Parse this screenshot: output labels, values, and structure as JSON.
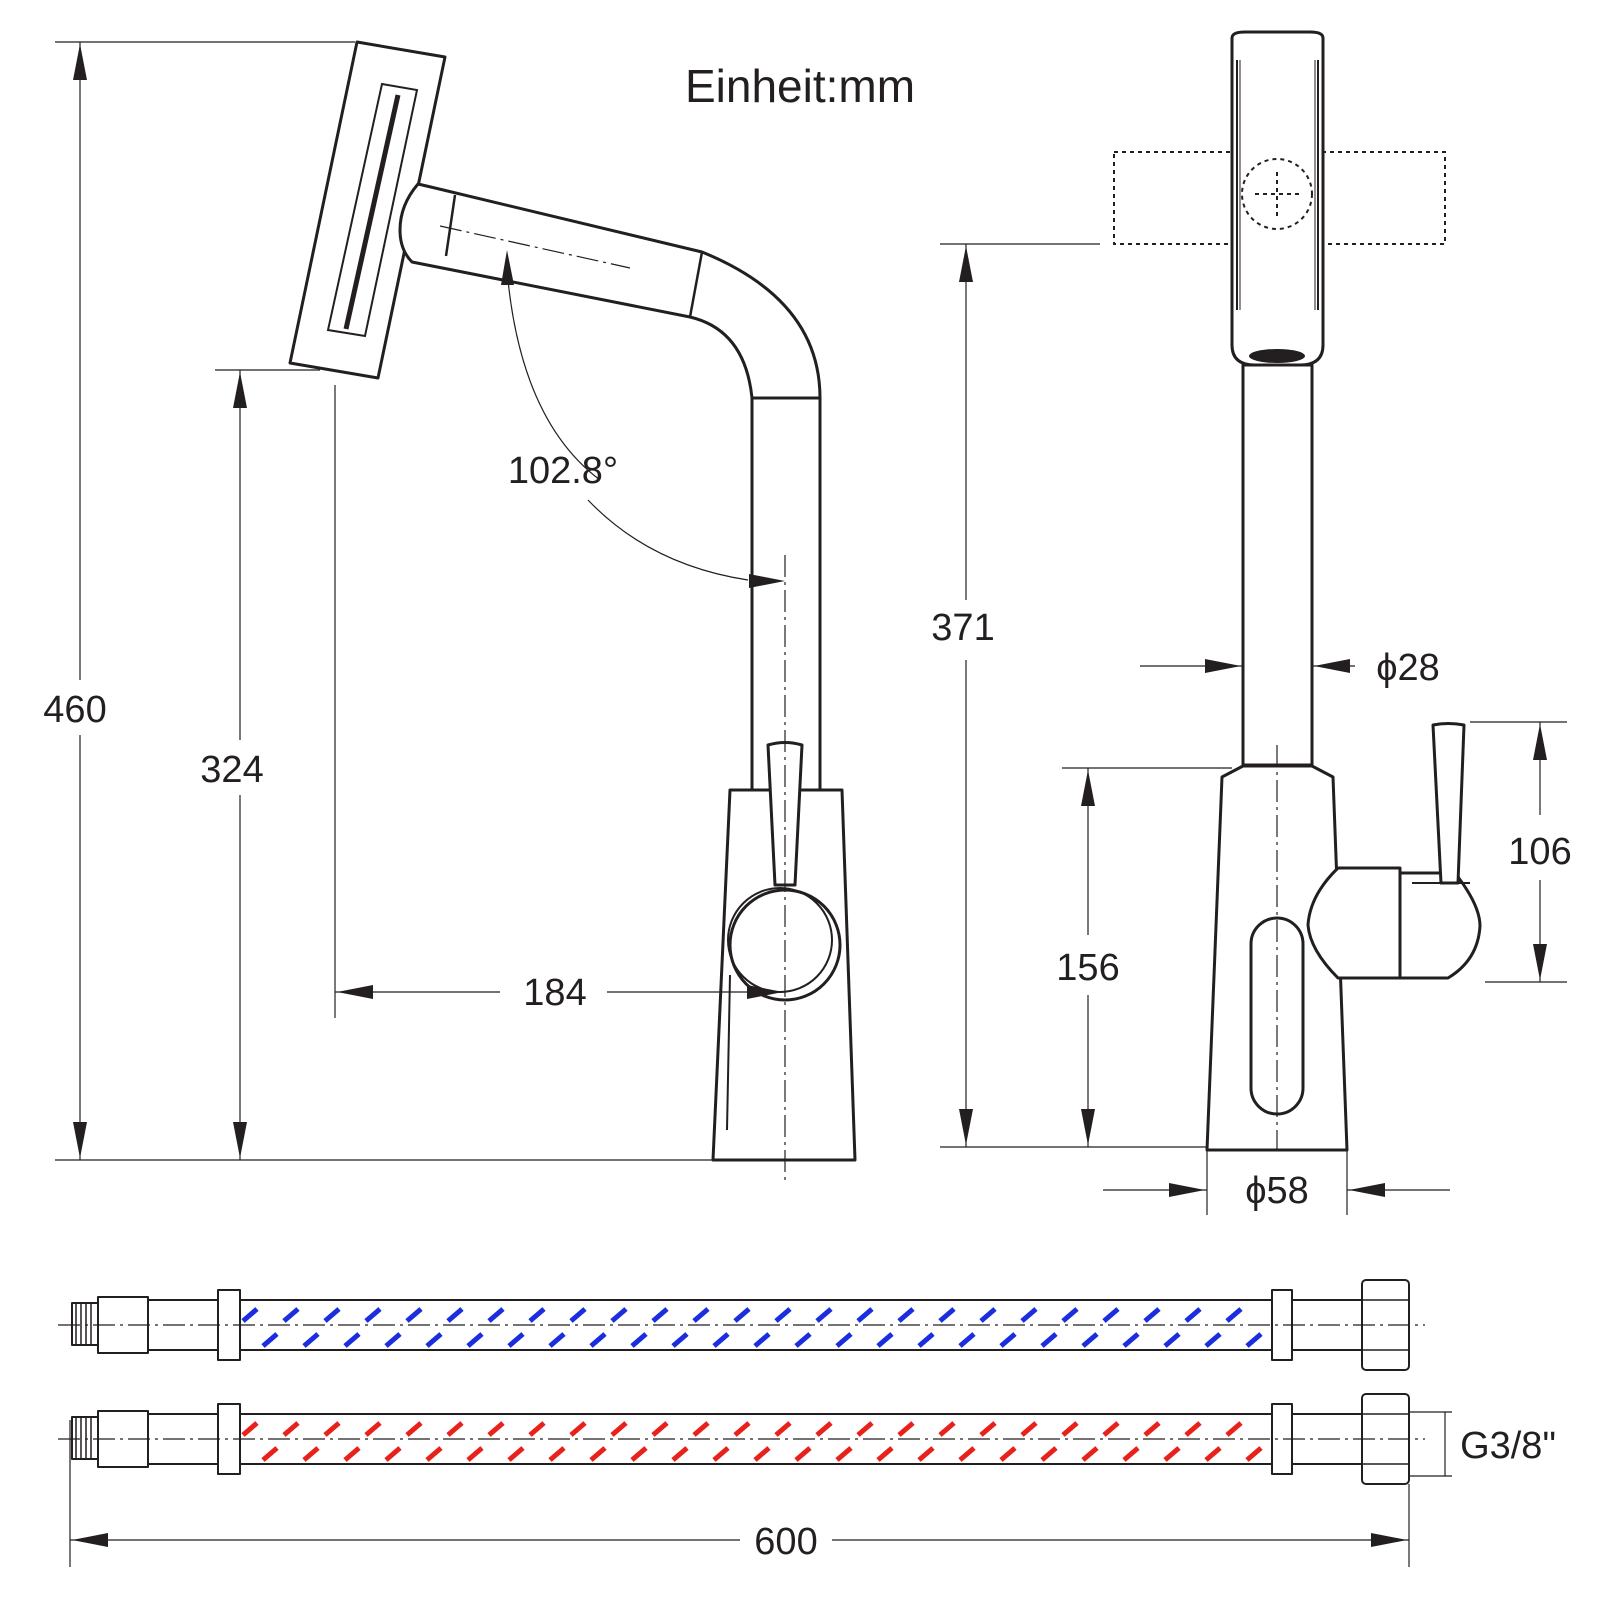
{
  "unit_label": "Einheit:mm",
  "dimensions": {
    "total_height": "460",
    "spout_height": "324",
    "spout_reach": "184",
    "spout_angle": "102.8°",
    "side_height": "371",
    "pipe_diameter": "ϕ28",
    "lever_height": "106",
    "base_height": "156",
    "base_diameter": "ϕ58",
    "thread": "G3/8\"",
    "hose_length": "600"
  },
  "hoses": [
    {
      "name": "cold-hose",
      "stripe_color": "#1a2ee0"
    },
    {
      "name": "hot-hose",
      "stripe_color": "#e8211b"
    }
  ],
  "colors": {
    "line": "#231f20",
    "braid": "#9a9a9a"
  }
}
